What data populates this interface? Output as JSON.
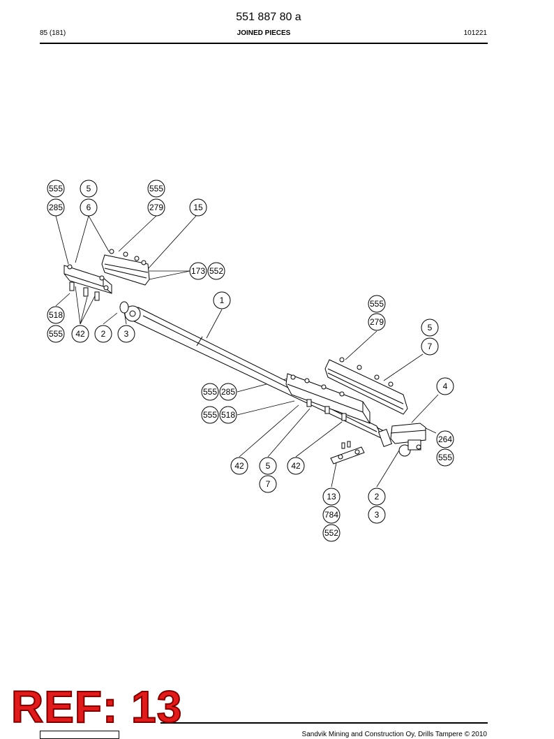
{
  "header": {
    "doc_number": "551 887 80 a",
    "page": "85 (181)",
    "title": "JOINED PIECES",
    "code": "101221"
  },
  "stamp": {
    "ref": "REF: 13"
  },
  "footer": {
    "copyright": "Sandvik Mining and Construction Oy, Drills Tampere © 2010"
  },
  "balloons": [
    "555",
    "285",
    "5",
    "6",
    "555",
    "279",
    "15",
    "173",
    "552",
    "1",
    "518",
    "555",
    "42",
    "2",
    "3",
    "555",
    "279",
    "5",
    "7",
    "4",
    "555",
    "285",
    "555",
    "518",
    "264",
    "555",
    "42",
    "5",
    "7",
    "42",
    "13",
    "784",
    "552",
    "2",
    "3"
  ]
}
